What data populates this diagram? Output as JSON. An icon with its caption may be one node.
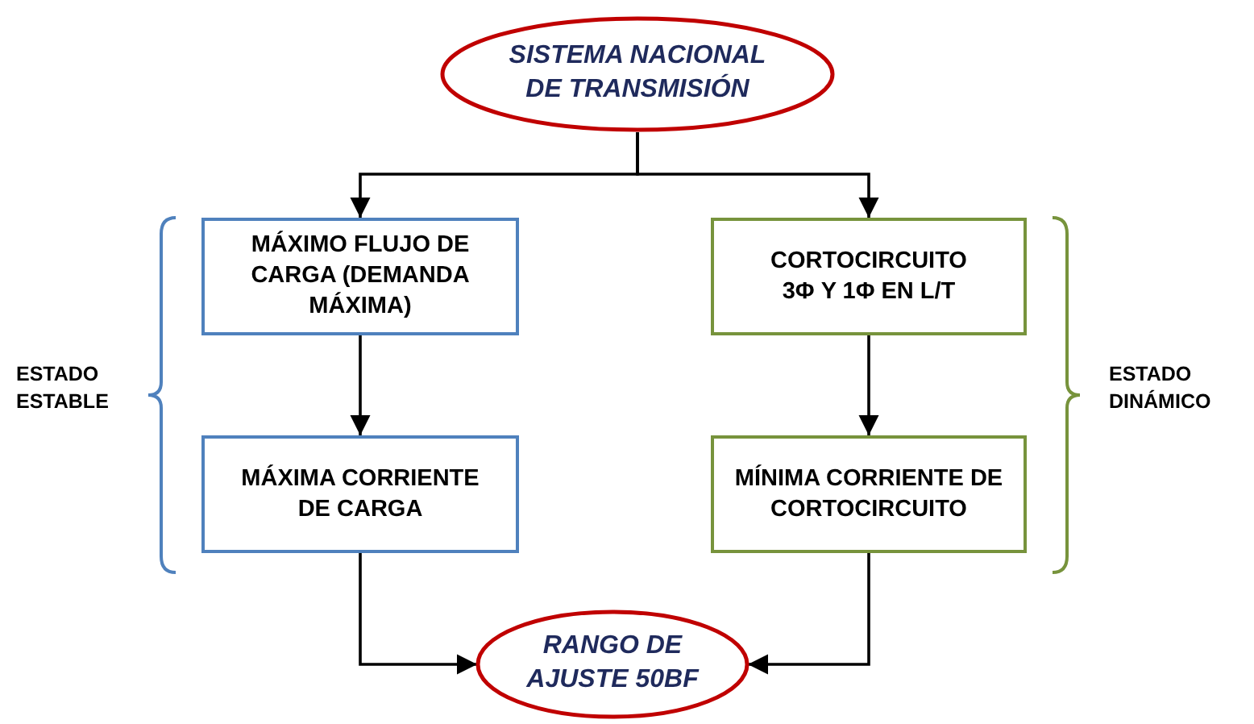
{
  "diagram": {
    "nodes": [
      {
        "text": [
          "SISTEMA NACIONAL DE TRANSMISIÓN"
        ]
      },
      {
        "text": [
          "MÁXIMO FLUJO DE CARGA (DEMANDA MÁXIMA)"
        ]
      },
      {
        "text": [
          "MÁXIMA CORRIENTE DE CARGA"
        ]
      },
      {
        "text": [
          "CORTOCIRCUITO 3Φ Y 1Φ EN L/T"
        ]
      },
      {
        "text": [
          "MÍNIMA CORRIENTE DE CORTOCIRCUITO"
        ]
      },
      {
        "text": [
          "RANGO DE AJUSTE 50BF"
        ]
      }
    ],
    "edges": [
      {
        "from": 0,
        "to": 1,
        "arrow": "to"
      },
      {
        "from": 0,
        "to": 3,
        "arrow": "to"
      },
      {
        "from": 1,
        "to": 2,
        "arrow": "to"
      },
      {
        "from": 3,
        "to": 4,
        "arrow": "to"
      },
      {
        "from": 2,
        "to": 5,
        "arrow": "to"
      },
      {
        "from": 4,
        "to": 5,
        "arrow": "to"
      }
    ],
    "labels": [
      "ESTADO ESTABLE",
      "ESTADO DINÁMICO"
    ]
  }
}
